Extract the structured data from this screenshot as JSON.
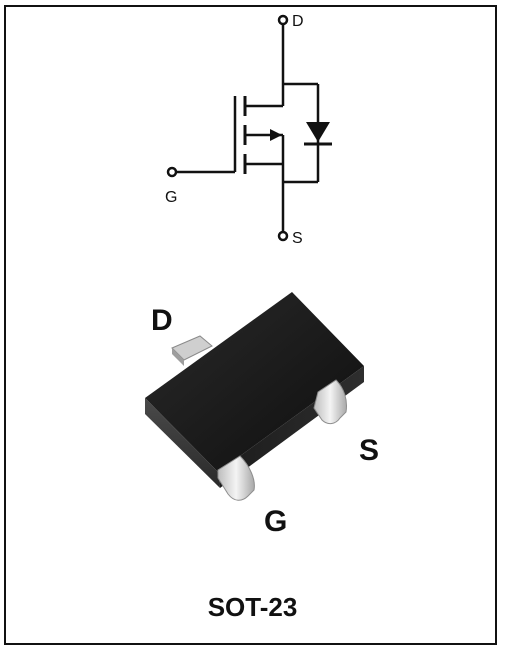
{
  "schematic": {
    "pins": {
      "drain": "D",
      "gate": "G",
      "source": "S"
    }
  },
  "package": {
    "pins": {
      "drain": "D",
      "source": "S",
      "gate": "G"
    },
    "name": "SOT-23"
  },
  "colors": {
    "line": "#111111",
    "body_dark": "#1a1a1a",
    "body_mid": "#3a3a3a",
    "lead_light": "#e8e8e8",
    "lead_shadow": "#9a9a9a"
  }
}
